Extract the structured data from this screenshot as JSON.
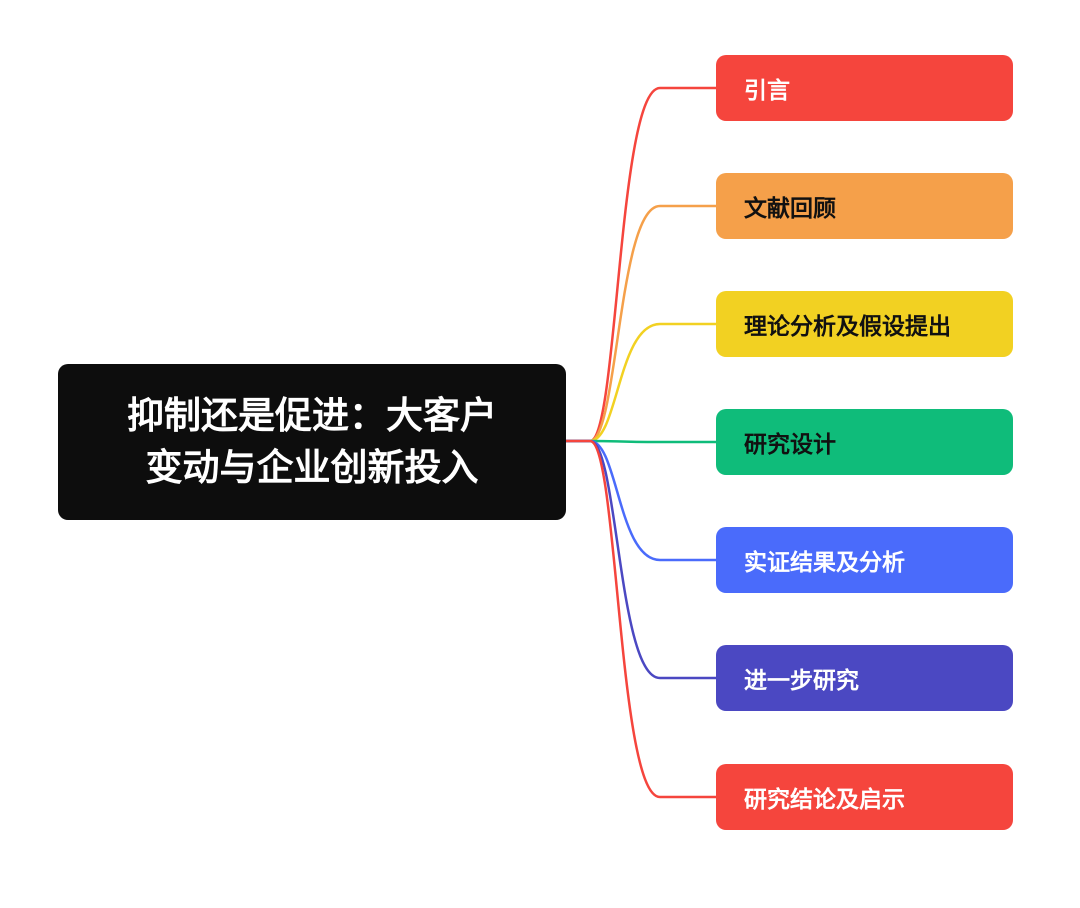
{
  "root": {
    "line1": "抑制还是促进：大客户",
    "line2": "变动与企业创新投入",
    "color": "#0d0d0d"
  },
  "branches": [
    {
      "label": "引言",
      "color": "#f5453d",
      "text_color": "#ffffff"
    },
    {
      "label": "文献回顾",
      "color": "#f5a04a",
      "text_color": "#111111"
    },
    {
      "label": "理论分析及假设提出",
      "color": "#f2d122",
      "text_color": "#111111"
    },
    {
      "label": "研究设计",
      "color": "#0fbc7a",
      "text_color": "#111111"
    },
    {
      "label": "实证结果及分析",
      "color": "#4a6bfb",
      "text_color": "#ffffff"
    },
    {
      "label": "进一步研究",
      "color": "#4b48c2",
      "text_color": "#ffffff"
    },
    {
      "label": "研究结论及启示",
      "color": "#f5453d",
      "text_color": "#ffffff"
    }
  ]
}
